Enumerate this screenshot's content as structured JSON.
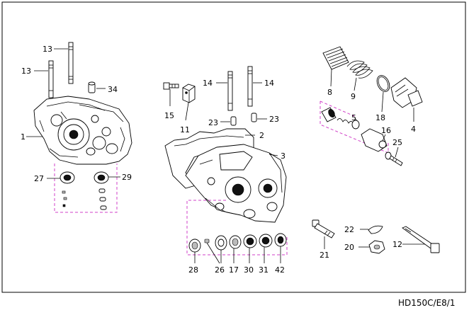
{
  "diagram": {
    "code": "HD150C/E8/1",
    "labels": [
      {
        "id": "13a",
        "text": "13"
      },
      {
        "id": "13b",
        "text": "13"
      },
      {
        "id": "34",
        "text": "34"
      },
      {
        "id": "1",
        "text": "1"
      },
      {
        "id": "27",
        "text": "27"
      },
      {
        "id": "29",
        "text": "29"
      },
      {
        "id": "15",
        "text": "15"
      },
      {
        "id": "11",
        "text": "11"
      },
      {
        "id": "14a",
        "text": "14"
      },
      {
        "id": "14b",
        "text": "14"
      },
      {
        "id": "23a",
        "text": "23"
      },
      {
        "id": "23b",
        "text": "23"
      },
      {
        "id": "2",
        "text": "2"
      },
      {
        "id": "3",
        "text": "3"
      },
      {
        "id": "28",
        "text": "28"
      },
      {
        "id": "26",
        "text": "26"
      },
      {
        "id": "17",
        "text": "17"
      },
      {
        "id": "30",
        "text": "30"
      },
      {
        "id": "31",
        "text": "31"
      },
      {
        "id": "42",
        "text": "42"
      },
      {
        "id": "8",
        "text": "8"
      },
      {
        "id": "9",
        "text": "9"
      },
      {
        "id": "18",
        "text": "18"
      },
      {
        "id": "4",
        "text": "4"
      },
      {
        "id": "5",
        "text": "5"
      },
      {
        "id": "16",
        "text": "16"
      },
      {
        "id": "25",
        "text": "25"
      },
      {
        "id": "22",
        "text": "22"
      },
      {
        "id": "21",
        "text": "21"
      },
      {
        "id": "20",
        "text": "20"
      },
      {
        "id": "12",
        "text": "12"
      }
    ]
  }
}
